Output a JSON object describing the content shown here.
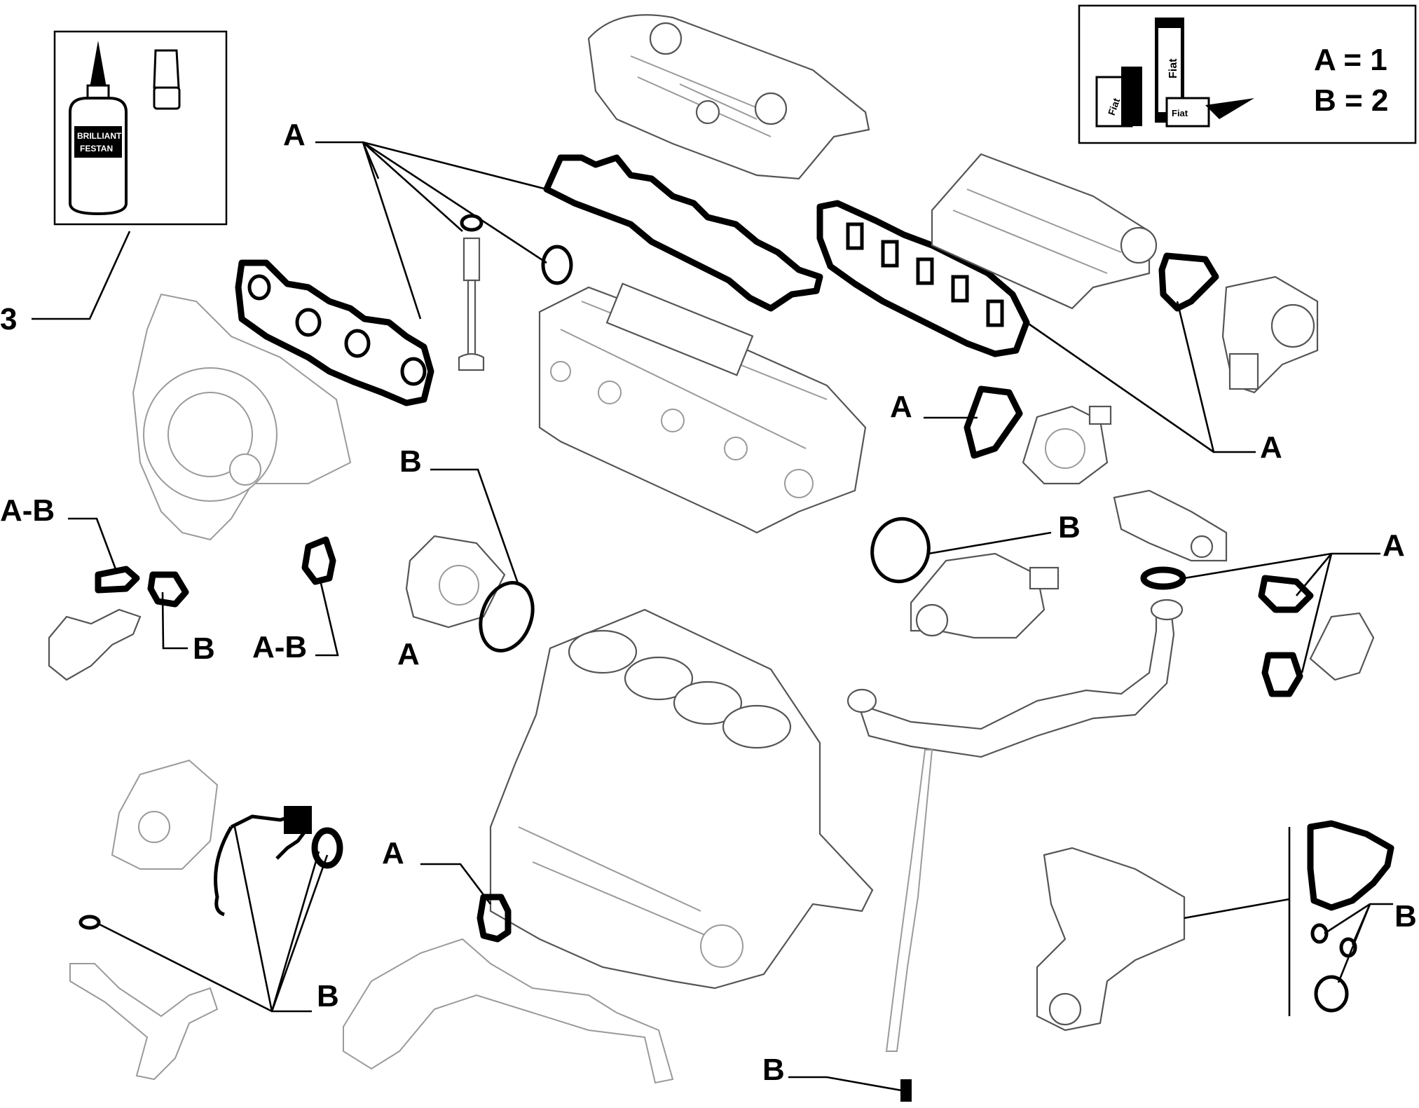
{
  "legend": {
    "line_a": "A = 1",
    "line_b": "B = 2",
    "kit_text_1": "Fiat",
    "kit_text_2": "Fiat",
    "kit_text_3": "Fiat"
  },
  "sealant_kit": {
    "bottle_text_1": "BRILLIANT",
    "bottle_text_2": "FESTAN"
  },
  "callouts": {
    "label_3": "3",
    "label_a_top": "A",
    "label_a_gasket_vacuum": "A",
    "label_a_intake_right": "A",
    "label_a_water_pump": "A",
    "label_a_egr_right": "A",
    "label_a_bottom_gasket": "A",
    "label_ab_left_top": "A-B",
    "label_ab_left_bottom": "A-B",
    "label_b_left": "B",
    "label_b_water_pump": "B",
    "label_b_thermostat": "B",
    "label_b_sensor": "B",
    "label_b_oil_cooler": "B",
    "label_b_drain_plug": "B"
  }
}
